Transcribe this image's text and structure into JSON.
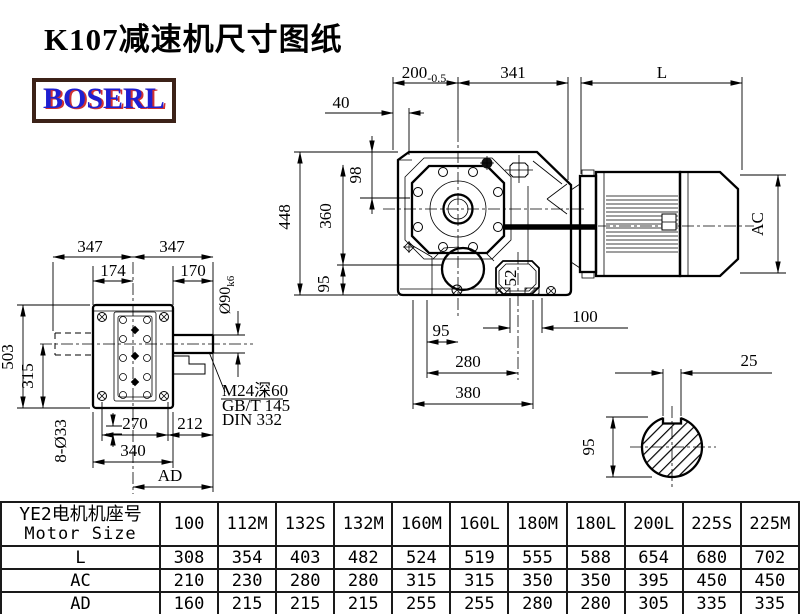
{
  "title": "K107减速机尺寸图纸",
  "logo": {
    "text": "BOSERL"
  },
  "colors": {
    "logo_text": "#1f1fd0",
    "logo_shadow": "#d03030",
    "logo_border": "#3c2218",
    "line": "#000000",
    "background": "#ffffff"
  },
  "dims": {
    "top_200": "200",
    "top_200_tol": "-0.5",
    "top_341": "341",
    "top_L": "L",
    "front_40": "40",
    "front_448": "448",
    "front_360": "360",
    "front_98": "98",
    "front_95_side": "95",
    "front_95_bottom": "95",
    "front_280": "280",
    "front_380": "380",
    "front_100": "100",
    "front_52": "52",
    "motor_AC": "AC",
    "left_347_left": "347",
    "left_347_right": "347",
    "left_174": "174",
    "left_170": "170",
    "left_503": "503",
    "left_315": "315",
    "left_8xd33": "8-Ø33",
    "left_270": "270",
    "left_212": "212",
    "left_340": "340",
    "left_AD": "AD",
    "left_shaft_dia": "Ø90",
    "left_shaft_fit": "k6",
    "key_25": "25",
    "shaft_95": "95"
  },
  "notes": {
    "m24": "M24深60",
    "gbt": "GB/T 145",
    "din": "DIN 332"
  },
  "table": {
    "header_cn": "YE2电机机座号",
    "header_en": "Motor Size",
    "columns": [
      "100",
      "112M",
      "132S",
      "132M",
      "160M",
      "160L",
      "180M",
      "180L",
      "200L",
      "225S",
      "225M"
    ],
    "rows": [
      {
        "label": "L",
        "values": [
          308,
          354,
          403,
          482,
          524,
          519,
          555,
          588,
          654,
          680,
          702
        ]
      },
      {
        "label": "AC",
        "values": [
          210,
          230,
          280,
          280,
          315,
          315,
          350,
          350,
          395,
          450,
          450
        ]
      },
      {
        "label": "AD",
        "values": [
          160,
          215,
          215,
          215,
          255,
          255,
          280,
          280,
          305,
          335,
          335
        ]
      }
    ]
  }
}
